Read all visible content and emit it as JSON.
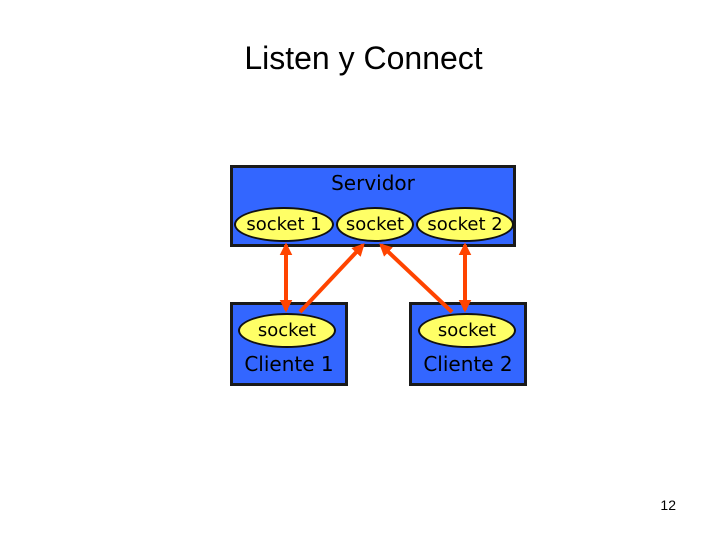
{
  "title": "Listen y Connect",
  "page_number": "12",
  "colors": {
    "box_fill": "#3366ff",
    "socket_fill": "#ffff66",
    "arrow": "#ff4400"
  },
  "server": {
    "label": "Servidor",
    "sockets": {
      "socket1": "socket 1",
      "listen": "socket",
      "socket2": "socket 2"
    }
  },
  "client1": {
    "label": "Cliente 1",
    "socket": "socket"
  },
  "client2": {
    "label": "Cliente 2",
    "socket": "socket"
  }
}
